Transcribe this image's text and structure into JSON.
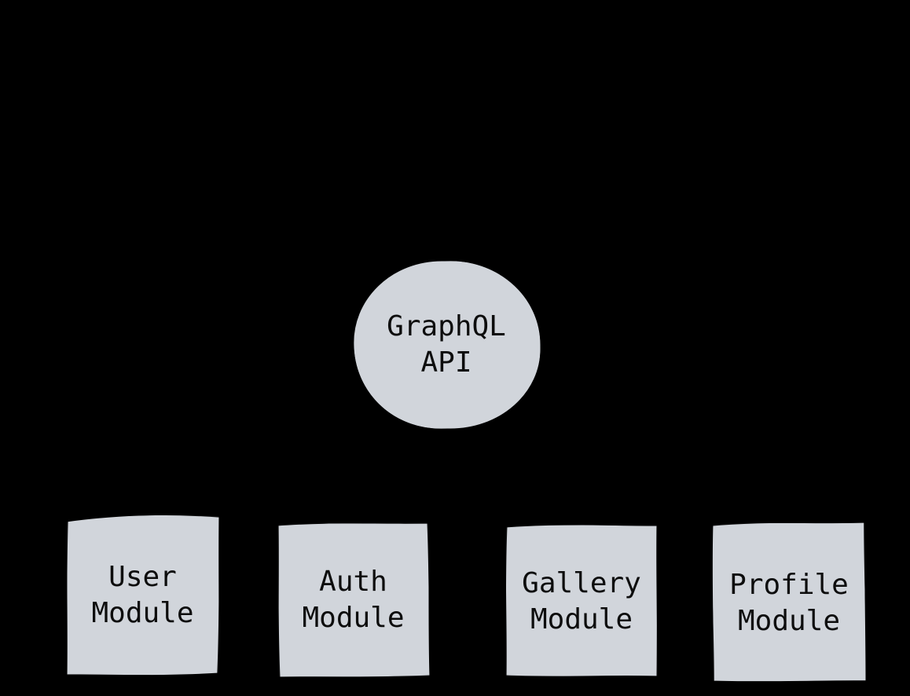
{
  "canvas": {
    "background_color": "#000000",
    "node_fill_color": "#d1d5db",
    "node_stroke_color": "#000000",
    "text_color": "#0d0d0d"
  },
  "diagram": {
    "api_node": {
      "shape": "ellipse",
      "label_lines": [
        "GraphQL",
        "API"
      ]
    },
    "modules": [
      {
        "shape": "rectangle",
        "label_lines": [
          "User",
          "Module"
        ]
      },
      {
        "shape": "rectangle",
        "label_lines": [
          "Auth",
          "Module"
        ]
      },
      {
        "shape": "rectangle",
        "label_lines": [
          "Gallery",
          "Module"
        ]
      },
      {
        "shape": "rectangle",
        "label_lines": [
          "Profile",
          "Module"
        ]
      }
    ]
  }
}
